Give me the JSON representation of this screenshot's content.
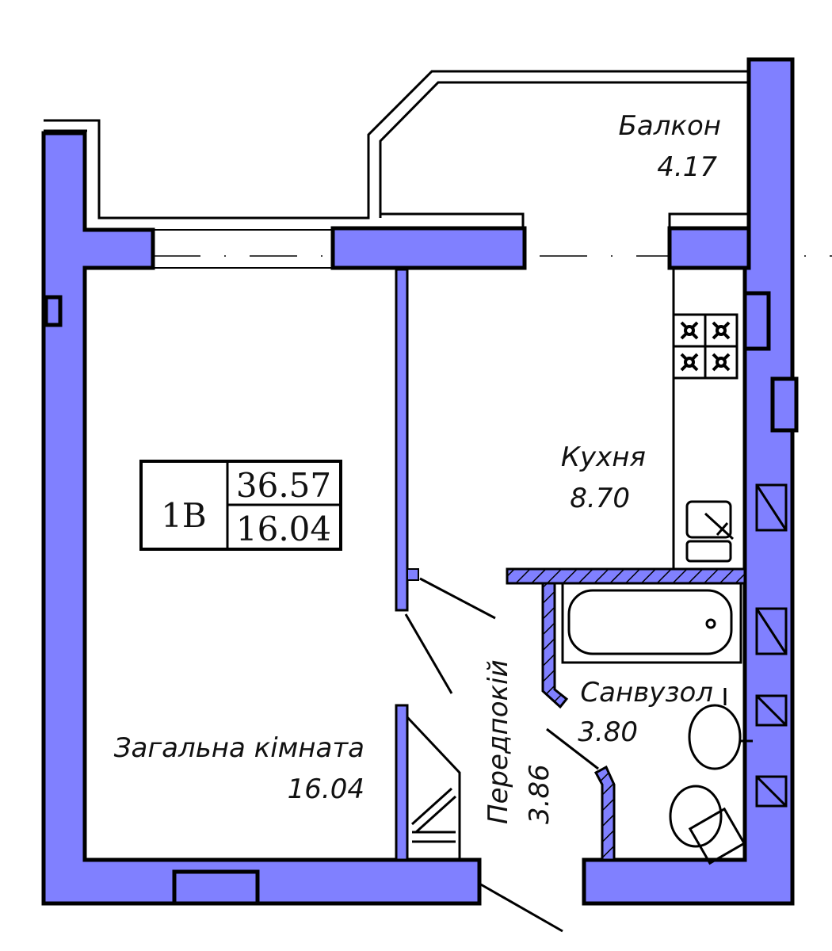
{
  "rooms": {
    "balcony": {
      "name": "Балкон",
      "area": "4.17"
    },
    "kitchen": {
      "name": "Кухня",
      "area": "8.70"
    },
    "bathroom": {
      "name": "Санвузол",
      "area": "3.80"
    },
    "living": {
      "name": "Загальна кімната",
      "area": "16.04"
    },
    "hallway": {
      "name": "Передпокій",
      "area": "3.86"
    }
  },
  "info_box": {
    "type": "1В",
    "total_area": "36.57",
    "living_area": "16.04"
  },
  "colors": {
    "wall": "#8080ff",
    "line": "#000000"
  }
}
